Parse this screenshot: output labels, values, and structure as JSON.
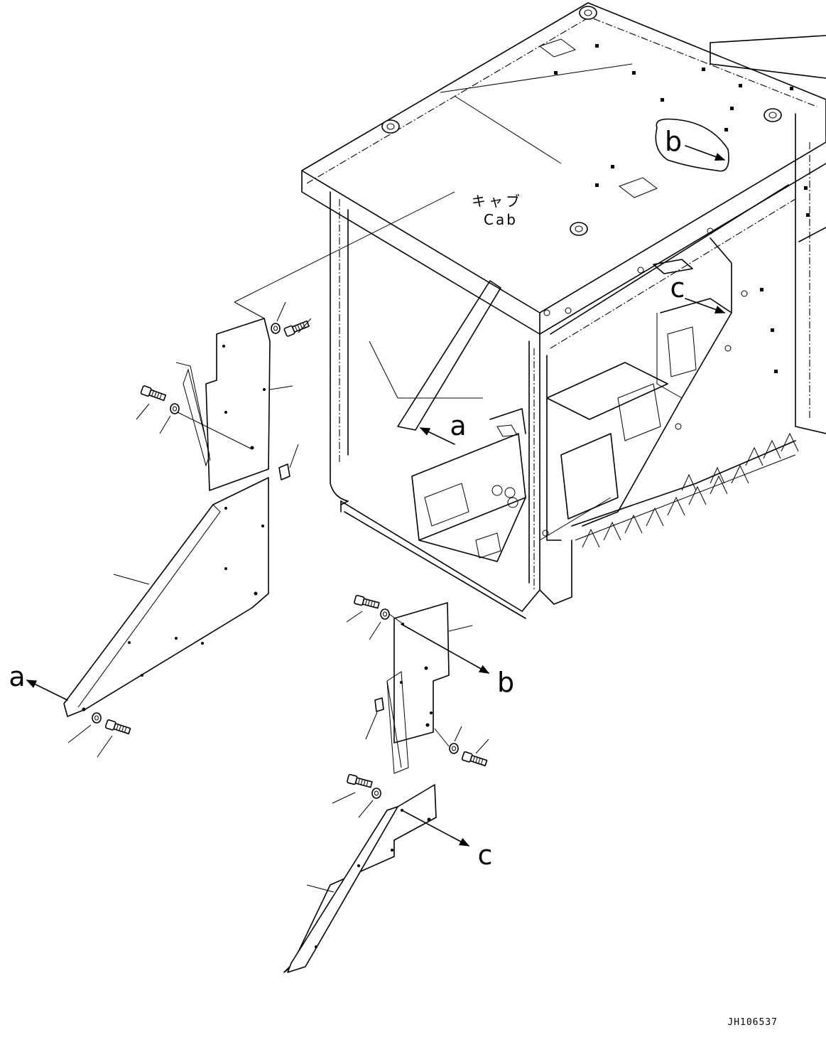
{
  "labels": {
    "cab_jp": "キャブ",
    "cab_en": "Cab",
    "ref_a": "a",
    "ref_b": "b",
    "ref_c": "c",
    "drawing_id": "JH106537"
  },
  "icons": [
    "arrow-icon",
    "bolt-icon",
    "washer-icon",
    "clip-icon"
  ]
}
